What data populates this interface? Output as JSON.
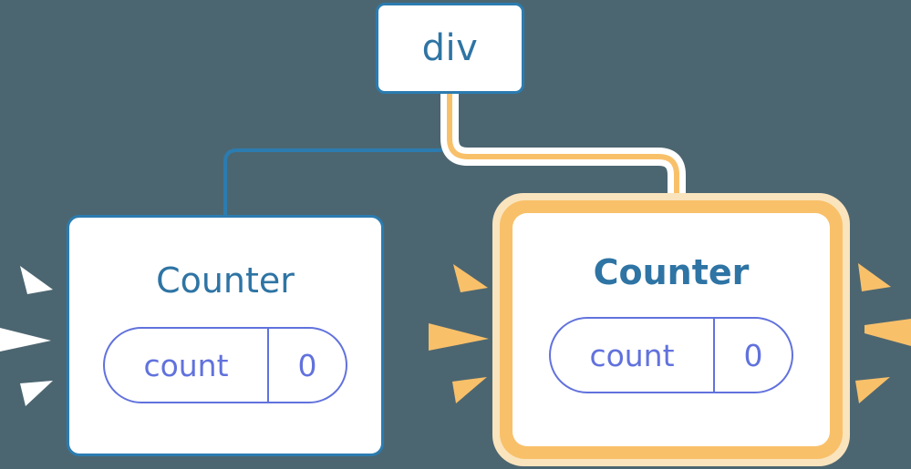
{
  "diagram": {
    "title_hidden": "React component tree re-render highlight",
    "background_color": "#4c6671",
    "nodes": [
      {
        "id": "div",
        "label": "div",
        "type": "element-node",
        "border_color": "#2b7cb0",
        "highlighted": false
      },
      {
        "id": "counter-left",
        "label": "Counter",
        "type": "component-node",
        "border_color": "#2b7cb0",
        "highlighted": false,
        "state": {
          "key": "count",
          "value": "0"
        }
      },
      {
        "id": "counter-right",
        "label": "Counter",
        "type": "component-node",
        "border_color": "#f9c06a",
        "highlighted": true,
        "state": {
          "key": "count",
          "value": "0"
        }
      }
    ],
    "edges": [
      {
        "id": "edge-div-to-left",
        "from": "div",
        "to": "counter-left",
        "color": "#2b7cb0",
        "highlighted": false
      },
      {
        "id": "edge-div-to-right",
        "from": "div",
        "to": "counter-right",
        "color": "#f9c06a",
        "halo_color": "#ffffff",
        "highlighted": true
      }
    ],
    "bursts": [
      {
        "id": "burst-left-outer",
        "color": "#ffffff",
        "direction": "left",
        "count": 3
      },
      {
        "id": "burst-left-inner",
        "color": "#f9c06a",
        "direction": "right",
        "count": 3
      },
      {
        "id": "burst-right-outer",
        "color": "#f9c06a",
        "direction": "right",
        "count": 3
      }
    ],
    "colors": {
      "background": "#4c6671",
      "node_border_blue": "#2b7cb0",
      "title_blue": "#2e74a4",
      "state_purple": "#6172dd",
      "highlight_amber": "#f9c06a",
      "highlight_glow": "#fae4bd",
      "node_fill": "#ffffff"
    }
  }
}
